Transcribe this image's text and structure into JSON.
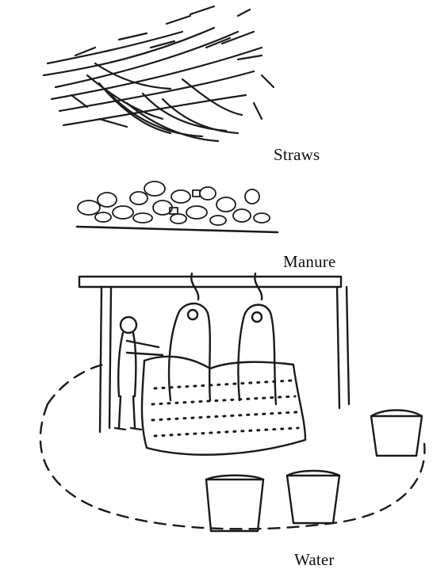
{
  "labels": {
    "straws": "Straws",
    "manure": "Manure",
    "water": "Water"
  }
}
